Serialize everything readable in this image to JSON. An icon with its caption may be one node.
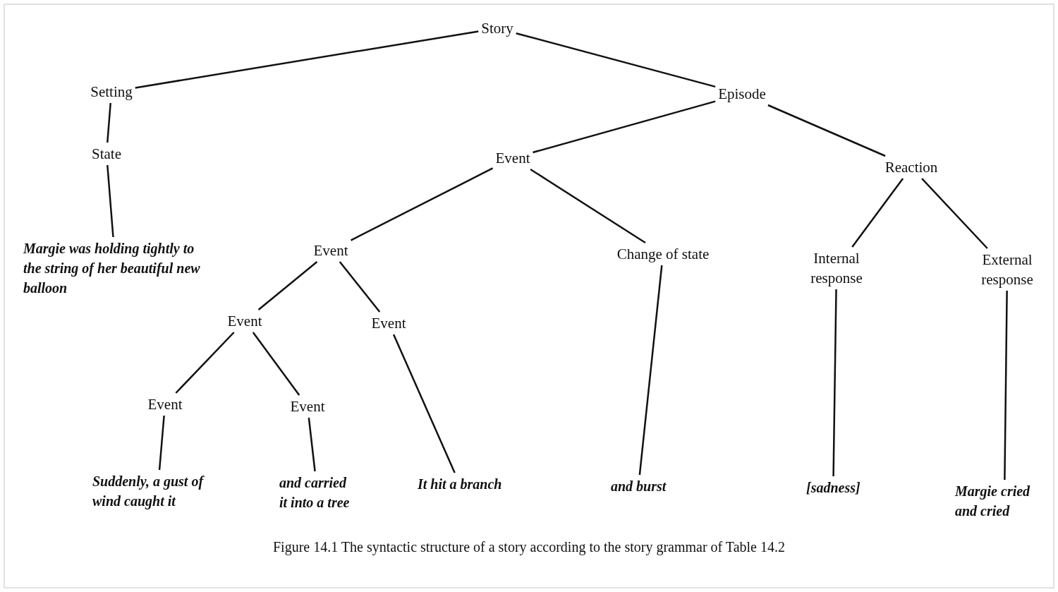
{
  "diagram": {
    "caption": "Figure 14.1 The syntactic structure of a story according to the story grammar of Table 14.2",
    "nodes": [
      {
        "text": [
          "Story"
        ]
      },
      {
        "text": [
          "Setting"
        ]
      },
      {
        "text": [
          "Episode"
        ]
      },
      {
        "text": [
          "State"
        ]
      },
      {
        "text": [
          "Margie was holding tightly to the string of her beautiful new balloon"
        ]
      },
      {
        "text": [
          "Event"
        ]
      },
      {
        "text": [
          "Reaction"
        ]
      },
      {
        "text": [
          "Event"
        ]
      },
      {
        "text": [
          "Change of state"
        ]
      },
      {
        "text": [
          "Internal response"
        ]
      },
      {
        "text": [
          "External response"
        ]
      },
      {
        "text": [
          "Event"
        ]
      },
      {
        "text": [
          "Event"
        ]
      },
      {
        "text": [
          "Event"
        ]
      },
      {
        "text": [
          "Event"
        ]
      },
      {
        "text": [
          "Suddenly, a gust of wind caught it"
        ]
      },
      {
        "text": [
          "and carried it into a tree"
        ]
      },
      {
        "text": [
          "It hit a branch"
        ]
      },
      {
        "text": [
          "and burst"
        ]
      },
      {
        "text": [
          "[sadness]"
        ]
      },
      {
        "text": [
          "Margie cried and cried"
        ]
      }
    ],
    "edges": [
      {
        "from": 0,
        "to": 1,
        "arrow": "none"
      },
      {
        "from": 0,
        "to": 2,
        "arrow": "none"
      },
      {
        "from": 1,
        "to": 3,
        "arrow": "none"
      },
      {
        "from": 3,
        "to": 4,
        "arrow": "none"
      },
      {
        "from": 2,
        "to": 5,
        "arrow": "none"
      },
      {
        "from": 2,
        "to": 6,
        "arrow": "none"
      },
      {
        "from": 5,
        "to": 7,
        "arrow": "none"
      },
      {
        "from": 5,
        "to": 8,
        "arrow": "none"
      },
      {
        "from": 6,
        "to": 9,
        "arrow": "none"
      },
      {
        "from": 6,
        "to": 10,
        "arrow": "none"
      },
      {
        "from": 7,
        "to": 11,
        "arrow": "none"
      },
      {
        "from": 7,
        "to": 12,
        "arrow": "none"
      },
      {
        "from": 11,
        "to": 13,
        "arrow": "none"
      },
      {
        "from": 11,
        "to": 14,
        "arrow": "none"
      },
      {
        "from": 12,
        "to": 17,
        "arrow": "none"
      },
      {
        "from": 13,
        "to": 15,
        "arrow": "none"
      },
      {
        "from": 14,
        "to": 16,
        "arrow": "none"
      },
      {
        "from": 8,
        "to": 18,
        "arrow": "none"
      },
      {
        "from": 9,
        "to": 19,
        "arrow": "none"
      },
      {
        "from": 10,
        "to": 20,
        "arrow": "none"
      }
    ]
  }
}
